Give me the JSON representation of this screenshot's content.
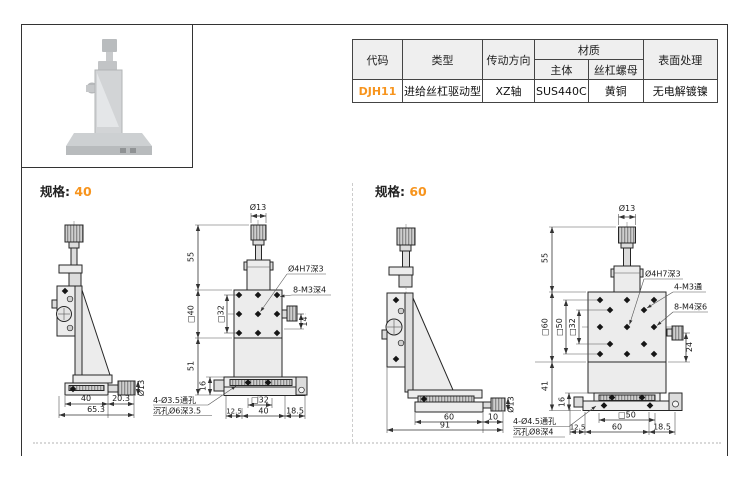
{
  "accent": "#f7941d",
  "table": {
    "col_code": "代码",
    "col_type": "类型",
    "col_drive": "传动方向",
    "col_material": "材质",
    "col_body": "主体",
    "col_nut": "丝杠螺母",
    "col_surface": "表面处理",
    "row": {
      "code": "DJH11",
      "type": "进给丝杠驱动型",
      "drive": "XZ轴",
      "body": "SUS440C",
      "nut": "黄铜",
      "surface": "无电解镀镍"
    }
  },
  "spec40": {
    "label": "规格:",
    "value": "40",
    "d": {
      "knob_dia": "Ø13",
      "side_knob_dia": "Ø13",
      "h_top": "55",
      "plate_sq": "□40",
      "h_body": "51",
      "h_base": "16",
      "hole_sq": "□32",
      "side_offset": "14",
      "base_sq": "□32",
      "b_left": "12.5",
      "b_mid": "40",
      "b_right": "18.5",
      "s_base": "40",
      "s_over": "20.3",
      "s_total": "65.3",
      "center_hole": "Ø4H7深3",
      "tap_holes": "8-M3深4",
      "note1": "4-Ø3.5通孔",
      "note2": "沉孔Ø6深3.5"
    }
  },
  "spec60": {
    "label": "规格:",
    "value": "60",
    "d": {
      "knob_dia": "Ø13",
      "side_knob_dia": "Ø13",
      "h_top": "55",
      "plate_sq": "□60",
      "mid_sq": "□50",
      "hole_sq": "□32",
      "h_body": "41",
      "h_base": "16",
      "side_offset": "24",
      "base_sq": "□50",
      "b_left": "12.5",
      "b_mid": "60",
      "b_right": "18.5",
      "s_base": "60",
      "s_over": "10",
      "s_total": "91",
      "center_hole": "Ø4H7深3",
      "m3_holes": "4-M3通",
      "m4_holes": "8-M4深6",
      "note1": "4-Ø4.5通孔",
      "note2": "沉孔Ø8深4"
    }
  }
}
